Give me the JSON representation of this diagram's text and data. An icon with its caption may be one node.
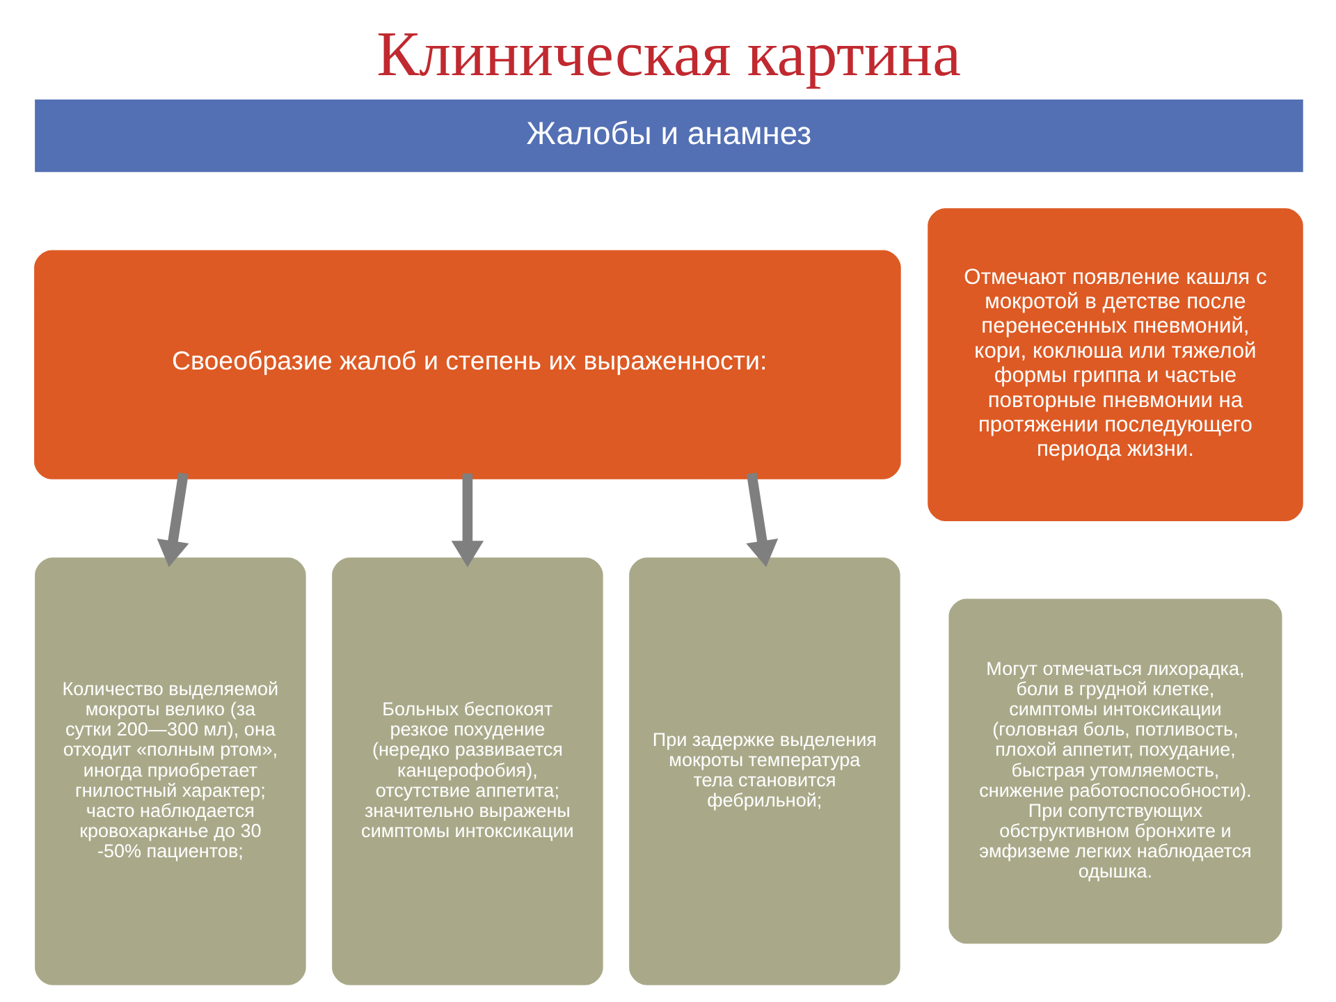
{
  "diagram": {
    "title": "Клиническая картина",
    "nodes": [
      {
        "text": [
          "Жалобы и анамнез"
        ]
      },
      {
        "text": [
          "Своеобразие жалоб и степень их выраженности:"
        ]
      },
      {
        "text": [
          "Отмечают появление кашля с мокротой в детстве после перенесенных пневмоний, кори, коклюша или тяжелой формы гриппа и частые повторные пневмонии на протяжении последующего периода жизни."
        ]
      },
      {
        "text": [
          "Количество выделяемой мокроты велико (за сутки 200—300 мл), она отходит «полным ртом», иногда приобретает гнилостный характер; часто наблюдается кровохарканье до 30 -50% пациентов;"
        ]
      },
      {
        "text": [
          "Больных беспокоят резкое похудение (нередко развивается канцерофобия), отсутствие аппетита; значительно выражены симптомы интоксикации"
        ]
      },
      {
        "text": [
          "При задержке выделения мокроты температура тела становится фебрильной;"
        ]
      },
      {
        "text": [
          "Могут отмечаться лихорадка, боли в грудной клетке, симптомы интоксикации (головная боль, потливость, плохой аппетит, похудание, быстрая утомляемость, снижение работоспособности). При сопутствующих обструктивном бронхите и эмфиземе легких наблюдается одышка."
        ]
      }
    ],
    "edges": [
      {
        "from": 1,
        "to": 3,
        "arrow": "to"
      },
      {
        "from": 1,
        "to": 4,
        "arrow": "to"
      },
      {
        "from": 1,
        "to": 5,
        "arrow": "to"
      }
    ]
  }
}
